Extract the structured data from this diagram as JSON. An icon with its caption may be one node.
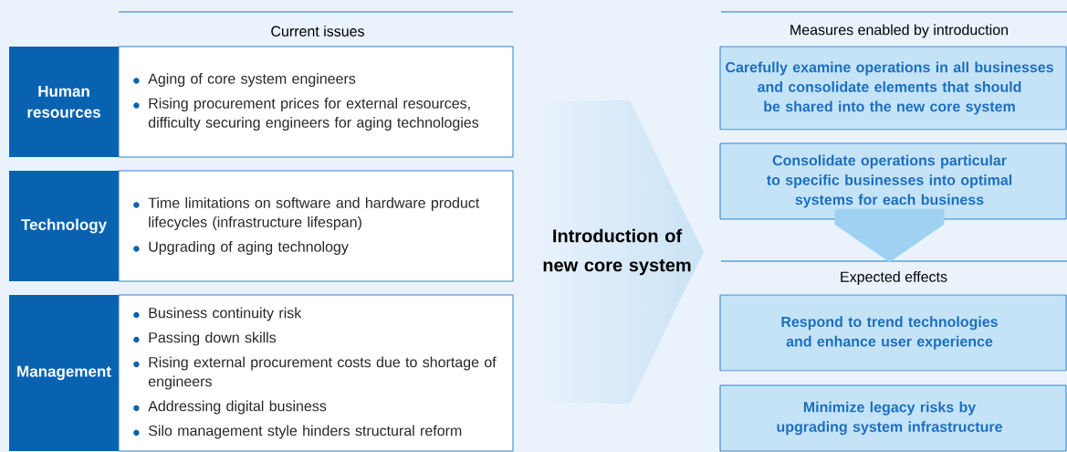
{
  "diagram": {
    "nodes": [
      {
        "text": [
          "Human resources"
        ]
      },
      {
        "text": [
          "Aging of core system engineers",
          "Rising procurement prices for external resources, difficulty securing engineers for aging technologies"
        ]
      },
      {
        "text": [
          "Technology"
        ]
      },
      {
        "text": [
          "Time limitations on software and hardware product lifecycles (infrastructure lifespan)",
          "Upgrading of aging technology"
        ]
      },
      {
        "text": [
          "Management"
        ]
      },
      {
        "text": [
          "Business continuity risk",
          "Passing down skills",
          "Rising external procurement costs due to shortage of engineers",
          "Addressing digital business",
          "Silo management style hinders structural reform"
        ]
      },
      {
        "text": [
          "Introduction of new core system"
        ]
      },
      {
        "text": [
          "Carefully examine operations in all businesses and consolidate elements that should be shared into the new core system"
        ]
      },
      {
        "text": [
          "Consolidate operations particular to specific businesses into optimal systems for each business"
        ]
      },
      {
        "text": [
          "Expected effects"
        ]
      },
      {
        "text": [
          "Respond to trend technologies and enhance user experience"
        ]
      },
      {
        "text": [
          "Minimize legacy risks by upgrading system infrastructure"
        ]
      }
    ],
    "edges": [
      {
        "from": 8,
        "to": 9,
        "arrow": "to"
      }
    ],
    "labels": [
      "Current issues",
      "Measures enabled by introduction"
    ]
  }
}
